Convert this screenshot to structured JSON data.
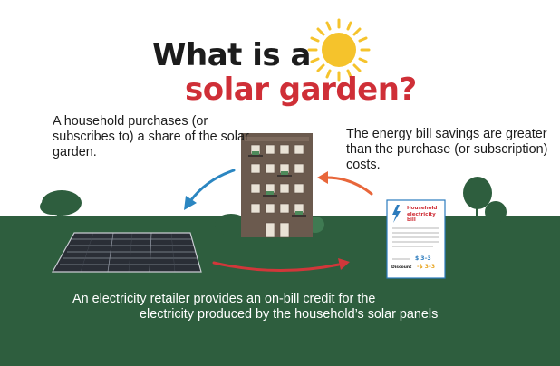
{
  "title": {
    "line1": "What is a",
    "line2": "solar garden?"
  },
  "captions": {
    "household": "A household purchases (or subscribes to) a share of the solar garden.",
    "savings": "The energy bill savings are greater than the purchase (or subscription) costs.",
    "retailer_line1": "An electricity retailer provides an on-bill credit for the",
    "retailer_line2": "electricity produced by the household’s solar panels"
  },
  "bill": {
    "title": "Household electricity bill",
    "amount": "$ 3–3",
    "discount_label": "Discount",
    "discount_amount": "-$ 3–3"
  },
  "colors": {
    "title_dark": "#1c1c1c",
    "title_red": "#cf2f37",
    "grass": "#2e5e3e",
    "arrow_blue": "#2b86c1",
    "arrow_orange": "#e8663a",
    "arrow_red": "#d1373a",
    "sun": "#f5c32c",
    "building": "#6b5a4e"
  },
  "icons": [
    "sun-icon",
    "solar-panels-icon",
    "apartment-building-icon",
    "tree-icon",
    "bush-icon",
    "electricity-bill-icon",
    "lightning-icon"
  ]
}
